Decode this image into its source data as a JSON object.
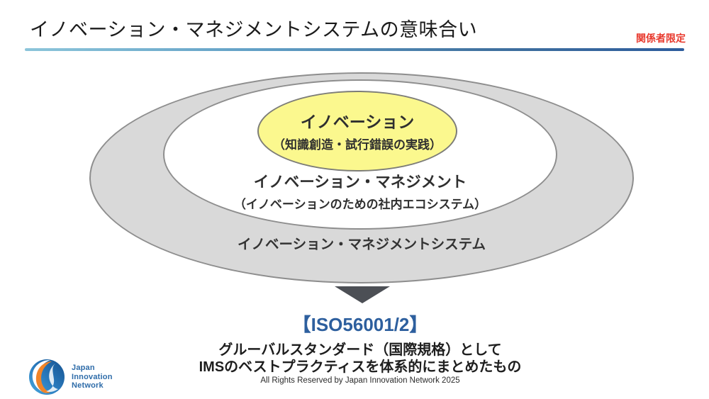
{
  "slide": {
    "title": "イノベーション・マネジメントシステムの意味合い",
    "confidential_label": "関係者限定",
    "copyright": "All Rights Reserved by Japan Innovation Network 2025"
  },
  "diagram": {
    "inner_ellipse": {
      "title": "イノベーション",
      "subtitle": "（知識創造・試行錯誤の実践）",
      "fill_color": "#fbf88e"
    },
    "middle_ellipse": {
      "title": "イノベーション・マネジメント",
      "subtitle": "（イノベーションのための社内エコシステム）",
      "fill_color": "#ffffff"
    },
    "outer_ellipse": {
      "label": "イノベーション・マネジメントシステム",
      "fill_color": "#d9d9d9"
    },
    "border_color": "#8e8e8e",
    "arrow_color": "#4c4f55"
  },
  "conclusion": {
    "heading": "【ISO56001/2】",
    "heading_color": "#2d5f9e",
    "line1": "グルーバルスタンダード（国際規格）として",
    "line2": "IMSのベストプラクティスを体系的にまとめたもの"
  },
  "logo": {
    "line1": "Japan",
    "line2": "Innovation",
    "line3": "Network",
    "text_color": "#2e6ca9"
  },
  "colors": {
    "confidential_red": "#e8382c",
    "divider_gradient_start": "#8cc5da",
    "divider_gradient_end": "#2d5c9c"
  }
}
